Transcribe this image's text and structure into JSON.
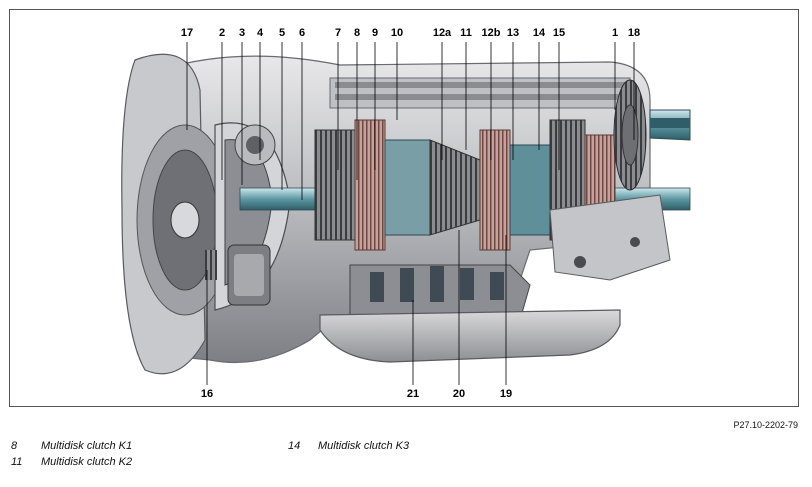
{
  "callouts": [
    "17",
    "2",
    "3",
    "4",
    "5",
    "6",
    "7",
    "8",
    "9",
    "10",
    "12a",
    "11",
    "12b",
    "13",
    "14",
    "15",
    "1",
    "18",
    "16",
    "21",
    "20",
    "19"
  ],
  "figure_ref": "P27.10-2202-79",
  "legend": [
    {
      "number": "8",
      "label": "Multidisk clutch K1"
    },
    {
      "number": "11",
      "label": "Multidisk clutch K2"
    },
    {
      "number": "14",
      "label": "Multidisk clutch K3"
    }
  ]
}
